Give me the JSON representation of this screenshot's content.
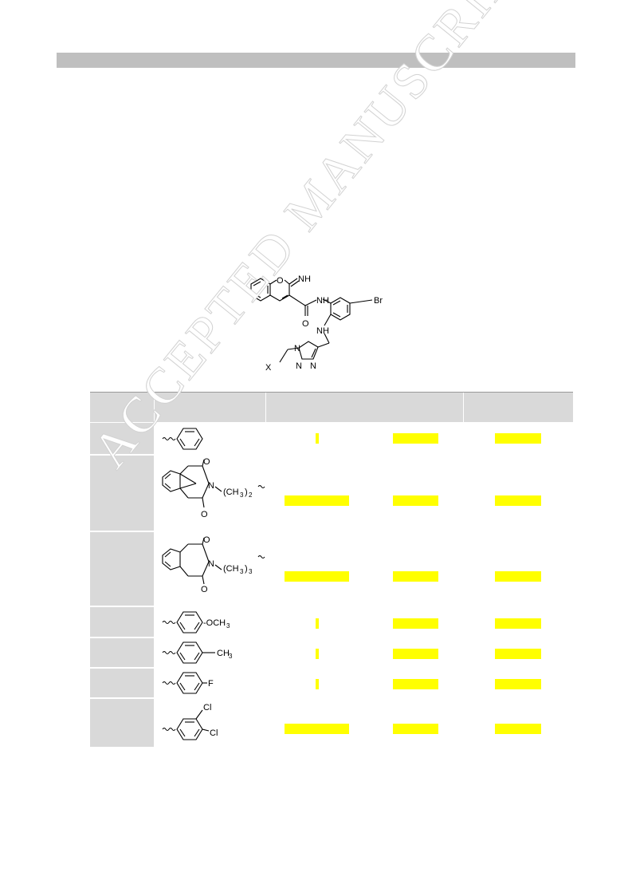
{
  "scaffold": {
    "labels": {
      "o": "O",
      "imine": "NH",
      "nh_amide": "NH",
      "br": "Br",
      "carbonyl_o": "O",
      "nh_amine": "NH",
      "x": "X",
      "triazole_n1": "N",
      "triazole_n2": "N",
      "triazole_n3": "N"
    }
  },
  "rows": [
    {
      "substituent": "phenyl",
      "bars": [
        0.04,
        1,
        1
      ]
    },
    {
      "substituent": "phthalimidoethyl",
      "text": {
        "o1": "O",
        "n": "N",
        "chain": "(CH",
        "sub1": "3",
        "close": ")",
        "sub2": "2",
        "o2": "O"
      },
      "bars": [
        1,
        1,
        1
      ]
    },
    {
      "substituent": "phthalimidopropyl",
      "text": {
        "o1": "O",
        "n": "N",
        "chain": "(CH",
        "sub1": "3",
        "close": ")",
        "sub2": "3",
        "o2": "O"
      },
      "bars": [
        1,
        1,
        1
      ]
    },
    {
      "substituent": "4-methoxyphenyl",
      "text": {
        "g": "-OCH",
        "sub": "3"
      },
      "bars": [
        0.04,
        1,
        1
      ]
    },
    {
      "substituent": "4-methylphenyl",
      "text": {
        "g": "CH",
        "sub": "3"
      },
      "bars": [
        0.04,
        1,
        1
      ]
    },
    {
      "substituent": "4-fluorophenyl",
      "text": {
        "g": "F"
      },
      "bars": [
        0.04,
        1,
        1
      ]
    },
    {
      "substituent": "3,4-dichlorophenyl",
      "text": {
        "cl1": "Cl",
        "cl2": "Cl"
      },
      "bars": [
        1,
        1,
        1
      ]
    }
  ],
  "watermark": "ACCEPTED MANUSCRIPT",
  "colors": {
    "highlight": "#ffff00",
    "header_gray": "#d9d9d9",
    "bar_gray": "#bfbfbf"
  }
}
